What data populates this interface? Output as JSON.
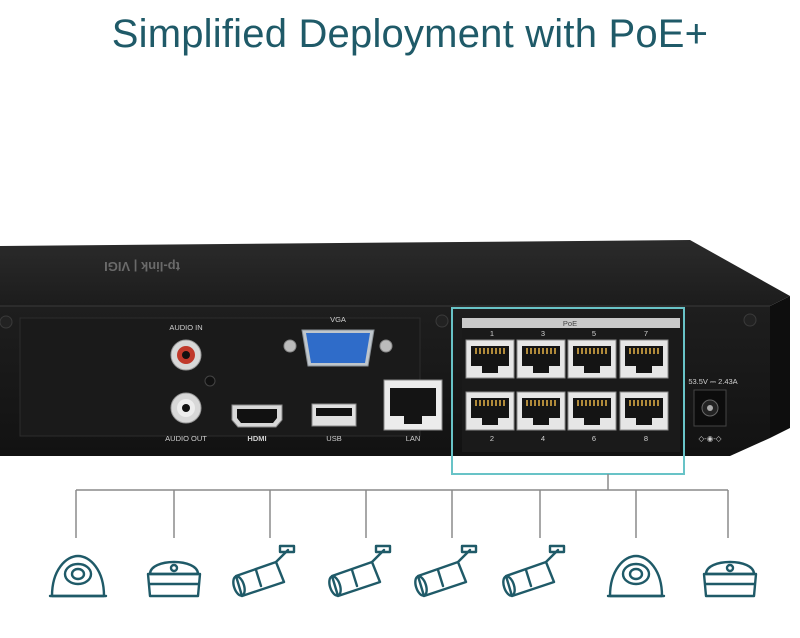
{
  "title": "Simplified Deployment with PoE+",
  "device": {
    "brand": "tp-link | VIGI",
    "labels": {
      "audio_in": "AUDIO IN",
      "audio_out": "AUDIO OUT",
      "vga": "VGA",
      "hdmi": "HDMI",
      "usb": "USB",
      "lan": "LAN",
      "poe": "PoE",
      "power": "53.5V ⎓ 2.43A"
    },
    "poe_ports_top": [
      "1",
      "3",
      "5",
      "7"
    ],
    "poe_ports_bottom": [
      "2",
      "4",
      "6",
      "8"
    ]
  },
  "cameras": [
    {
      "type": "turret-camera-icon"
    },
    {
      "type": "dome-camera-icon"
    },
    {
      "type": "bullet-camera-icon"
    },
    {
      "type": "bullet-camera-icon"
    },
    {
      "type": "bullet-camera-icon"
    },
    {
      "type": "bullet-camera-icon"
    },
    {
      "type": "turret-camera-icon"
    },
    {
      "type": "dome-camera-icon"
    }
  ],
  "colors": {
    "accent": "#1f5a68",
    "highlight": "#68c3c7",
    "device": "#1a1a1a"
  }
}
